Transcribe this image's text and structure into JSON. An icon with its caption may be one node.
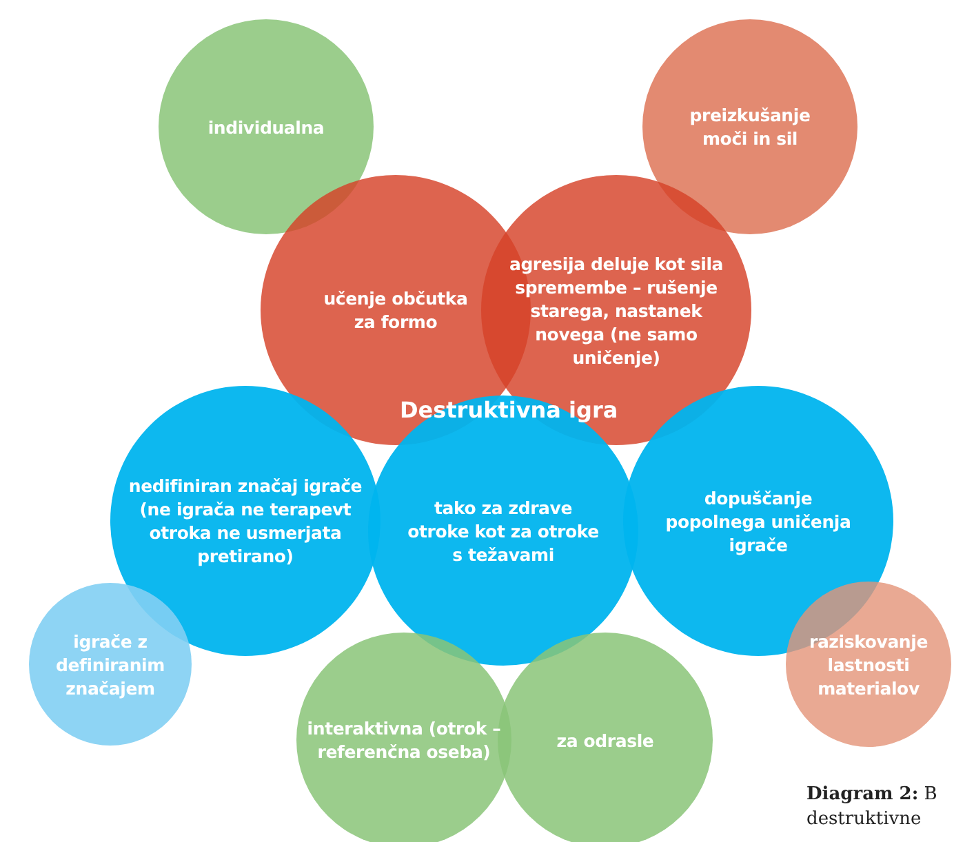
{
  "diagram": {
    "caption": "**Diagram 2:** B destruktivne",
    "nodes": [
      {
        "text": [
          "individualna"
        ]
      },
      {
        "text": [
          "preizkušanje moči in sil"
        ]
      },
      {
        "text": [
          "učenje občutka za formo"
        ]
      },
      {
        "text": [
          "agresija deluje kot sila spremembe – rušenje starega, nastanek novega (ne samo uničenje)"
        ]
      },
      {
        "text": [
          "nedifiniran značaj igrače (ne igrača ne terapevt otroka ne usmerjata pretirano)"
        ]
      },
      {
        "text": [
          "tako za zdrave otroke kot za otroke s težavami"
        ]
      },
      {
        "text": [
          "dopuščanje popolnega uničenja igrače"
        ]
      },
      {
        "text": [
          "igrače z definiranim značajem"
        ]
      },
      {
        "text": [
          "raziskovanje lastnosti materialov"
        ]
      },
      {
        "text": [
          "interaktivna (otrok – referenčna oseba)"
        ]
      },
      {
        "text": [
          "za odrasle"
        ]
      }
    ],
    "edges": [],
    "labels": [
      "Destruktivna igra"
    ]
  }
}
